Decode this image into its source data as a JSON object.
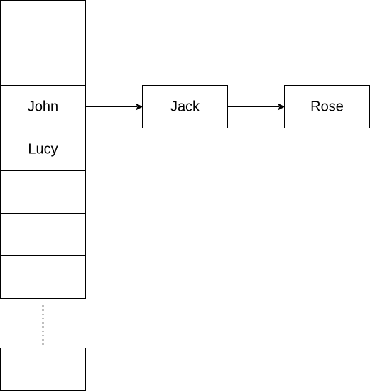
{
  "array_cells": [
    "",
    "",
    "John",
    "Lucy",
    "",
    "",
    "",
    ""
  ],
  "chain_nodes": [
    "Jack",
    "Rose"
  ],
  "colors": {
    "stroke": "#000000",
    "fill": "#ffffff",
    "text": "#000000"
  }
}
